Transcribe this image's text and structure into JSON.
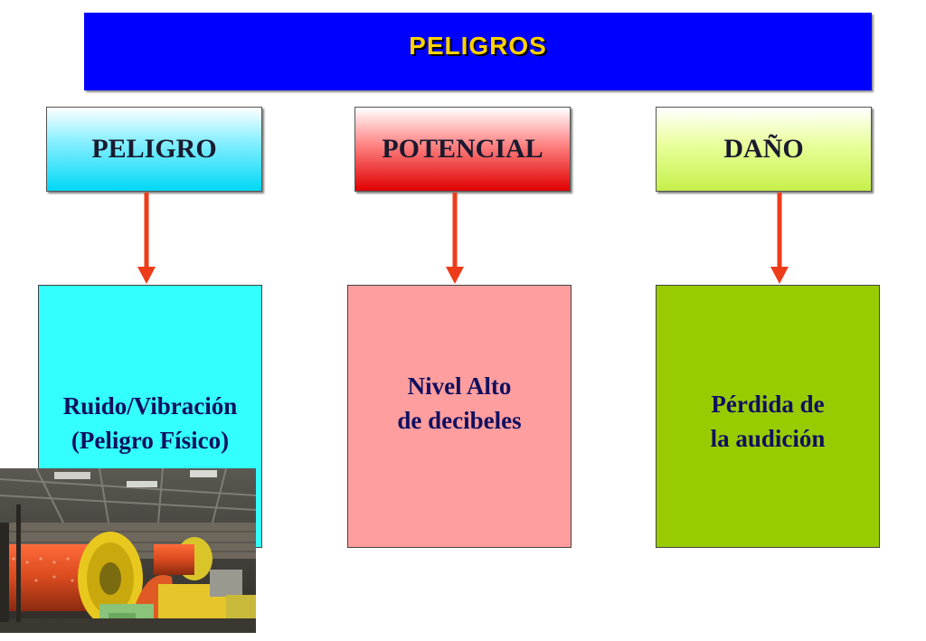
{
  "banner": {
    "title": "PELIGROS",
    "background": "#0000ff",
    "title_color": "#ffd200"
  },
  "columns": [
    {
      "header": "PELIGRO",
      "body_lines": [
        "Ruido/Vibración",
        "(Peligro Físico)"
      ],
      "header_color": "#00d8f5",
      "body_color": "#33ffff"
    },
    {
      "header": "POTENCIAL",
      "body_lines": [
        "Nivel Alto",
        "de decibeles"
      ],
      "header_color": "#e00000",
      "body_color": "#ff9e9e"
    },
    {
      "header": "DAÑO",
      "body_lines": [
        "Pérdida de",
        "la audición"
      ],
      "header_color": "#c6f04a",
      "body_color": "#99cc00"
    }
  ],
  "arrow_color": "#ee3b1a",
  "photo": {
    "subject": "industrial mill machinery"
  }
}
